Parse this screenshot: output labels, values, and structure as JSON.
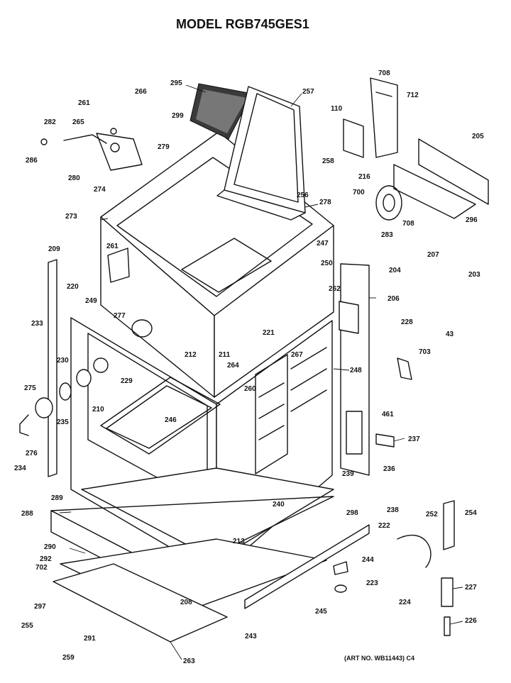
{
  "title": "MODEL RGB745GES1",
  "art_number": "(ART NO. WB11443) C4",
  "callouts": [
    {
      "id": "c295",
      "label": "295"
    },
    {
      "id": "c257",
      "label": "257"
    },
    {
      "id": "c708a",
      "label": "708"
    },
    {
      "id": "c712",
      "label": "712"
    },
    {
      "id": "c110",
      "label": "110"
    },
    {
      "id": "c266",
      "label": "266"
    },
    {
      "id": "c261a",
      "label": "261"
    },
    {
      "id": "c299",
      "label": "299"
    },
    {
      "id": "c282",
      "label": "282"
    },
    {
      "id": "c265",
      "label": "265"
    },
    {
      "id": "c279",
      "label": "279"
    },
    {
      "id": "c286",
      "label": "286"
    },
    {
      "id": "c280",
      "label": "280"
    },
    {
      "id": "c274",
      "label": "274"
    },
    {
      "id": "c258",
      "label": "258"
    },
    {
      "id": "c216",
      "label": "216"
    },
    {
      "id": "c205",
      "label": "205"
    },
    {
      "id": "c700",
      "label": "700"
    },
    {
      "id": "c256",
      "label": "256"
    },
    {
      "id": "c278",
      "label": "278"
    },
    {
      "id": "c708b",
      "label": "708"
    },
    {
      "id": "c296",
      "label": "296"
    },
    {
      "id": "c273",
      "label": "273"
    },
    {
      "id": "c209",
      "label": "209"
    },
    {
      "id": "c261b",
      "label": "261"
    },
    {
      "id": "c247",
      "label": "247"
    },
    {
      "id": "c283a",
      "label": "283"
    },
    {
      "id": "c250",
      "label": "250"
    },
    {
      "id": "c204",
      "label": "204"
    },
    {
      "id": "c207",
      "label": "207"
    },
    {
      "id": "c203",
      "label": "203"
    },
    {
      "id": "c220",
      "label": "220"
    },
    {
      "id": "c249a",
      "label": "249"
    },
    {
      "id": "c262",
      "label": "262"
    },
    {
      "id": "c206",
      "label": "206"
    },
    {
      "id": "c277",
      "label": "277"
    },
    {
      "id": "c228",
      "label": "228"
    },
    {
      "id": "c43",
      "label": "43"
    },
    {
      "id": "c233",
      "label": "233"
    },
    {
      "id": "c221",
      "label": "221"
    },
    {
      "id": "c212",
      "label": "212"
    },
    {
      "id": "c211",
      "label": "211"
    },
    {
      "id": "c264",
      "label": "264"
    },
    {
      "id": "c267",
      "label": "267"
    },
    {
      "id": "c230",
      "label": "230"
    },
    {
      "id": "c229",
      "label": "229"
    },
    {
      "id": "c248",
      "label": "248"
    },
    {
      "id": "c703",
      "label": "703"
    },
    {
      "id": "c275",
      "label": "275"
    },
    {
      "id": "c260",
      "label": "260"
    },
    {
      "id": "c210",
      "label": "210"
    },
    {
      "id": "c246",
      "label": "246"
    },
    {
      "id": "c235",
      "label": "235"
    },
    {
      "id": "c461",
      "label": "461"
    },
    {
      "id": "c276",
      "label": "276"
    },
    {
      "id": "c237",
      "label": "237"
    },
    {
      "id": "c234",
      "label": "234"
    },
    {
      "id": "c239",
      "label": "239"
    },
    {
      "id": "c236",
      "label": "236"
    },
    {
      "id": "c289",
      "label": "289"
    },
    {
      "id": "c298",
      "label": "298"
    },
    {
      "id": "c238",
      "label": "238"
    },
    {
      "id": "c288",
      "label": "288"
    },
    {
      "id": "c240",
      "label": "240"
    },
    {
      "id": "c252",
      "label": "252"
    },
    {
      "id": "c254",
      "label": "254"
    },
    {
      "id": "c222",
      "label": "222"
    },
    {
      "id": "c290",
      "label": "290"
    },
    {
      "id": "c213",
      "label": "213"
    },
    {
      "id": "c292",
      "label": "292"
    },
    {
      "id": "c244",
      "label": "244"
    },
    {
      "id": "c702",
      "label": "702"
    },
    {
      "id": "c223",
      "label": "223"
    },
    {
      "id": "c208",
      "label": "208"
    },
    {
      "id": "c227",
      "label": "227"
    },
    {
      "id": "c224",
      "label": "224"
    },
    {
      "id": "c297",
      "label": "297"
    },
    {
      "id": "c245",
      "label": "245"
    },
    {
      "id": "c255",
      "label": "255"
    },
    {
      "id": "c291",
      "label": "291"
    },
    {
      "id": "c243",
      "label": "243"
    },
    {
      "id": "c226",
      "label": "226"
    },
    {
      "id": "c259",
      "label": "259"
    },
    {
      "id": "c263",
      "label": "263"
    }
  ]
}
